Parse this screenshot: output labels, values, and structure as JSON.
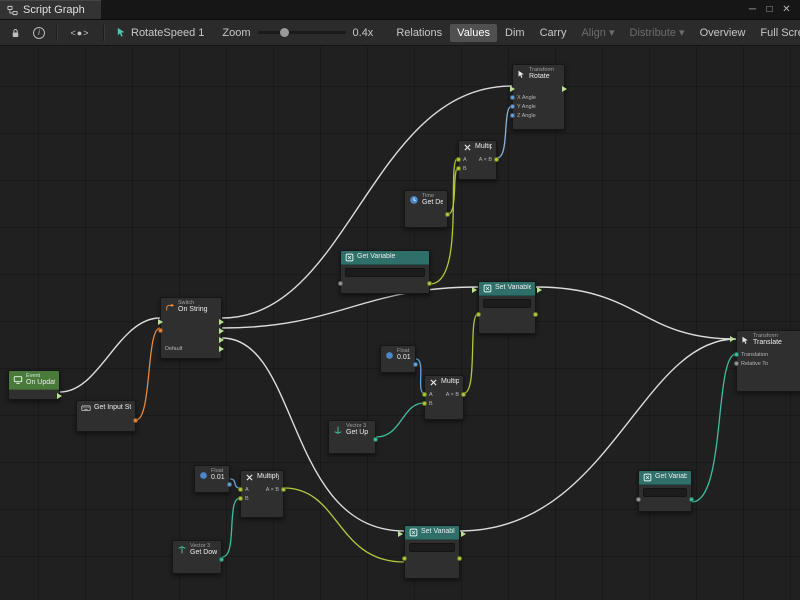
{
  "window": {
    "tab_title": "Script Graph",
    "minimize": "─",
    "maximize": "□",
    "close": "✕"
  },
  "toolbar": {
    "info_glyph": "i",
    "focus_glyph": "<●>",
    "dropdown_glyph": "▾",
    "graph_name": "RotateSpeed 1",
    "zoom_label": "Zoom",
    "zoom_value": "0.4x",
    "buttons": {
      "relations": "Relations",
      "values": "Values",
      "dim": "Dim",
      "carry": "Carry",
      "align": "Align",
      "distribute": "Distribute",
      "overview": "Overview",
      "fullscreen": "Full Screen"
    }
  },
  "nodes": {
    "on_update": {
      "category": "Event",
      "title": "On Update"
    },
    "get_input_string": {
      "title": "Get Input String"
    },
    "switch": {
      "category": "Switch",
      "title": "On String",
      "default_label": "Default"
    },
    "get_delta_time": {
      "category": "Time",
      "title": "Get Delta Time"
    },
    "get_variable": {
      "title": "Get Variable"
    },
    "set_variable": {
      "title": "Set Variable"
    },
    "multiply": {
      "title": "Multiply",
      "a": "A",
      "b": "B",
      "out": "A × B"
    },
    "float": {
      "title": "Float",
      "value": "0.01"
    },
    "vector3_up": {
      "category": "Vector 3",
      "title": "Get Up"
    },
    "vector3_down": {
      "category": "Vector 3",
      "title": "Get Down"
    },
    "rotate": {
      "category": "Transform",
      "title": "Rotate",
      "x": "X Angle",
      "y": "Y Angle",
      "z": "Z Angle"
    },
    "translate": {
      "category": "Transform",
      "title": "Translate",
      "translation": "Translation",
      "relative_to": "Relative To"
    }
  },
  "colors": {
    "variable_teal": "#2e6f69",
    "event_green": "#4a7a3a",
    "wire_flow": "#dcdcdc",
    "wire_string": "#e8883a",
    "wire_float": "#8ab4d8",
    "wire_vector": "#3fbf9f",
    "wire_value": "#aecb3c"
  }
}
